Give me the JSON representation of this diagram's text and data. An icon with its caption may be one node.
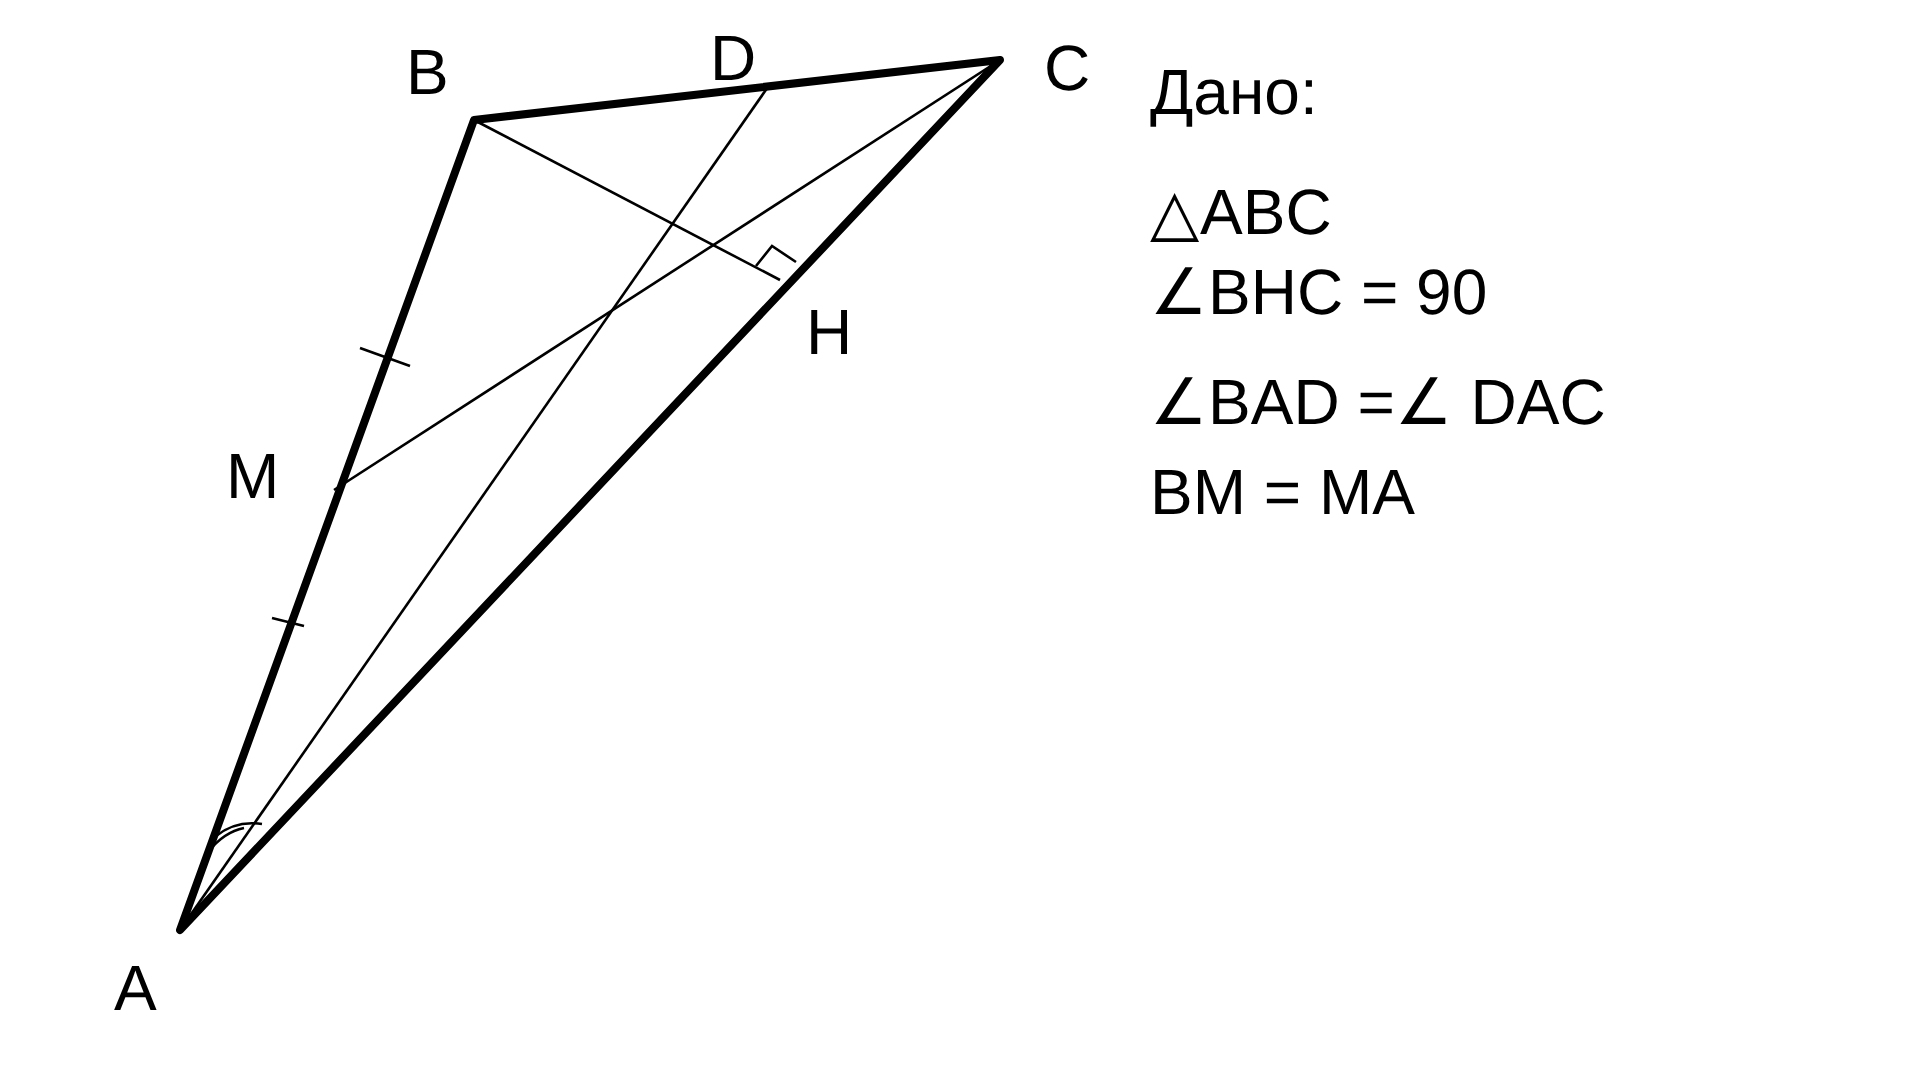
{
  "diagram": {
    "labels": [
      "B",
      "D",
      "C",
      "H",
      "M",
      "A",
      "Дано:",
      "△ABC",
      "∠BHC = 90",
      "∠BAD =∠ DAC",
      "BM = MA"
    ]
  }
}
